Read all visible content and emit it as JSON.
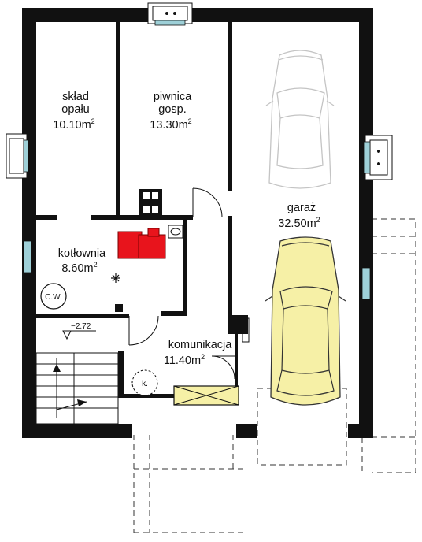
{
  "rooms": {
    "sklad": {
      "line1": "skład",
      "line2": "opału",
      "area": "10.10m",
      "unit_exp": "2"
    },
    "piwnica": {
      "line1": "piwnica",
      "line2": "gosp.",
      "area": "13.30m",
      "unit_exp": "2"
    },
    "garaz": {
      "name": "garaż",
      "area": "32.50m",
      "unit_exp": "2"
    },
    "kotlownia": {
      "name": "kotłownia",
      "area": "8.60m",
      "unit_exp": "2"
    },
    "komunikacja": {
      "name": "komunikacja",
      "area": "11.40m",
      "unit_exp": "2"
    }
  },
  "symbols": {
    "cw": "C.W.",
    "k": "k."
  },
  "level": "−2.72",
  "colors": {
    "wall": "#111111",
    "boiler": "#e8141c",
    "car": "#f6f0a6",
    "window_glass": "#9ed0d8",
    "ghost_car": "#c4c4c4"
  }
}
